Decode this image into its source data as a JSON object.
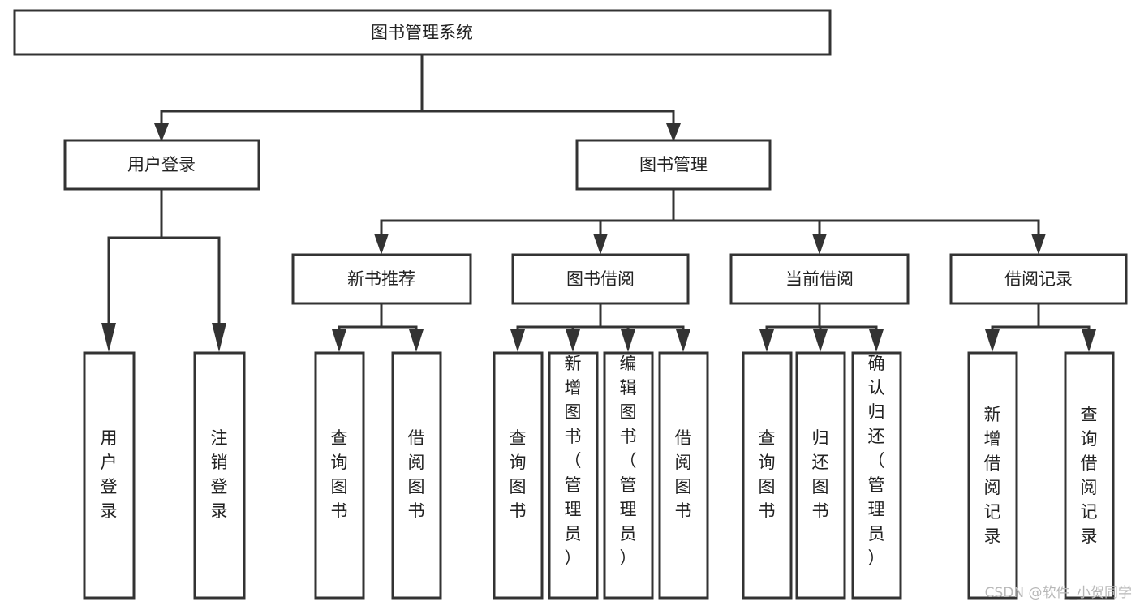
{
  "diagram": {
    "type": "tree-org-chart",
    "title": "图书管理系统",
    "orientation": "top-down",
    "background_color": "#ffffff",
    "box_stroke_color": "#333333",
    "box_fill_color": "#ffffff",
    "text_color": "#222222",
    "levels": 4
  },
  "nodes": {
    "root": {
      "label": "图书管理系统",
      "level": 1,
      "orientation": "horizontal"
    },
    "l2_user_login": {
      "label": "用户登录",
      "level": 2,
      "orientation": "horizontal"
    },
    "l2_book_manage": {
      "label": "图书管理",
      "level": 2,
      "orientation": "horizontal"
    },
    "l3_new_book_rec": {
      "label": "新书推荐",
      "level": 3,
      "orientation": "horizontal"
    },
    "l3_book_borrow": {
      "label": "图书借阅",
      "level": 3,
      "orientation": "horizontal"
    },
    "l3_current_borrow": {
      "label": "当前借阅",
      "level": 3,
      "orientation": "horizontal"
    },
    "l3_borrow_record": {
      "label": "借阅记录",
      "level": 3,
      "orientation": "horizontal"
    },
    "leaf_user_login": {
      "label": "用户登录",
      "level": 3,
      "orientation": "vertical"
    },
    "leaf_logout": {
      "label": "注销登录",
      "level": 3,
      "orientation": "vertical"
    },
    "leaf_query_book_1": {
      "label": "查询图书",
      "level": 4,
      "orientation": "vertical"
    },
    "leaf_borrow_book_1": {
      "label": "借阅图书",
      "level": 4,
      "orientation": "vertical"
    },
    "leaf_query_book_2": {
      "label": "查询图书",
      "level": 4,
      "orientation": "vertical"
    },
    "leaf_add_book": {
      "label": "新增图书（管理员）",
      "level": 4,
      "orientation": "vertical"
    },
    "leaf_edit_book": {
      "label": "编辑图书（管理员）",
      "level": 4,
      "orientation": "vertical"
    },
    "leaf_borrow_book_2": {
      "label": "借阅图书",
      "level": 4,
      "orientation": "vertical"
    },
    "leaf_query_book_3": {
      "label": "查询图书",
      "level": 4,
      "orientation": "vertical"
    },
    "leaf_return_book": {
      "label": "归还图书",
      "level": 4,
      "orientation": "vertical"
    },
    "leaf_confirm_return": {
      "label": "确认归还（管理员）",
      "level": 4,
      "orientation": "vertical"
    },
    "leaf_add_record": {
      "label": "新增借阅记录",
      "level": 4,
      "orientation": "vertical"
    },
    "leaf_query_record": {
      "label": "查询借阅记录",
      "level": 4,
      "orientation": "vertical"
    }
  },
  "edges": [
    {
      "from": "root",
      "to": "l2_user_login"
    },
    {
      "from": "root",
      "to": "l2_book_manage"
    },
    {
      "from": "l2_user_login",
      "to": "leaf_user_login"
    },
    {
      "from": "l2_user_login",
      "to": "leaf_logout"
    },
    {
      "from": "l2_book_manage",
      "to": "l3_new_book_rec"
    },
    {
      "from": "l2_book_manage",
      "to": "l3_book_borrow"
    },
    {
      "from": "l2_book_manage",
      "to": "l3_current_borrow"
    },
    {
      "from": "l2_book_manage",
      "to": "l3_borrow_record"
    },
    {
      "from": "l3_new_book_rec",
      "to": "leaf_query_book_1"
    },
    {
      "from": "l3_new_book_rec",
      "to": "leaf_borrow_book_1"
    },
    {
      "from": "l3_book_borrow",
      "to": "leaf_query_book_2"
    },
    {
      "from": "l3_book_borrow",
      "to": "leaf_add_book"
    },
    {
      "from": "l3_book_borrow",
      "to": "leaf_edit_book"
    },
    {
      "from": "l3_book_borrow",
      "to": "leaf_borrow_book_2"
    },
    {
      "from": "l3_current_borrow",
      "to": "leaf_query_book_3"
    },
    {
      "from": "l3_current_borrow",
      "to": "leaf_return_book"
    },
    {
      "from": "l3_current_borrow",
      "to": "leaf_confirm_return"
    },
    {
      "from": "l3_borrow_record",
      "to": "leaf_add_record"
    },
    {
      "from": "l3_borrow_record",
      "to": "leaf_query_record"
    }
  ],
  "watermark": {
    "text": "CSDN @软件_小贺同学"
  }
}
